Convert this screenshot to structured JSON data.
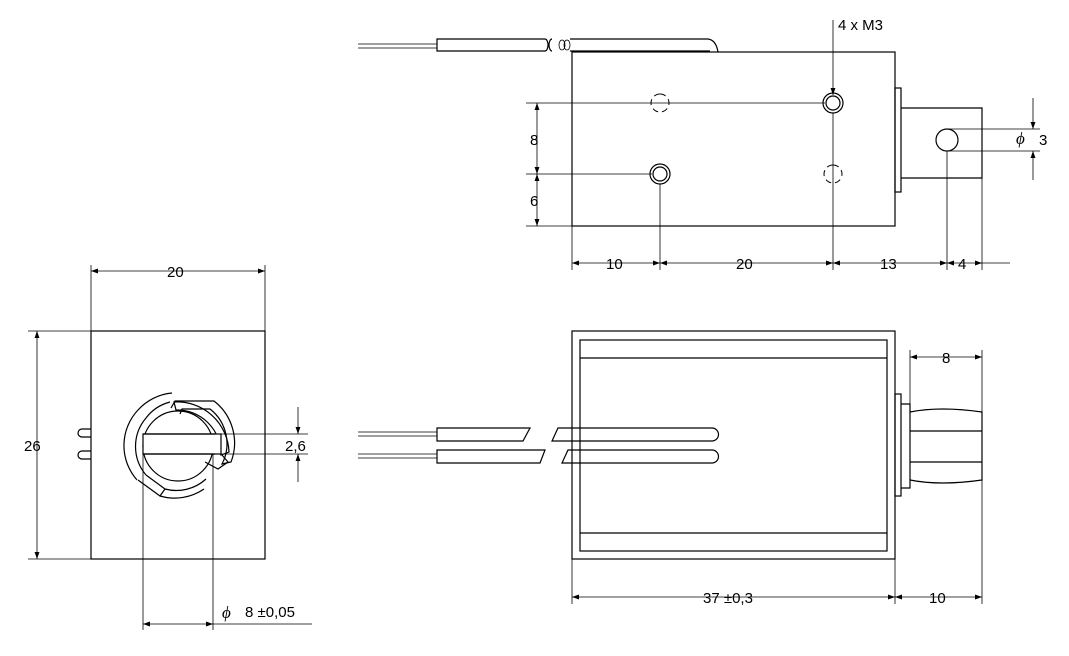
{
  "top_view": {
    "callout": "4 x M3",
    "dim_8": "8",
    "dim_6": "6",
    "dim_10": "10",
    "dim_20": "20",
    "dim_13": "13",
    "dim_4": "4",
    "phi_symbol": "ϕ",
    "dim_phi3": "3"
  },
  "end_view": {
    "dim_20": "20",
    "dim_26": "26",
    "dim_2_6": "2,6",
    "phi_symbol": "ϕ",
    "dim_phi8": "8 ±0,05"
  },
  "side_view": {
    "dim_8": "8",
    "dim_37": "37 ±0,3",
    "dim_10": "10"
  }
}
